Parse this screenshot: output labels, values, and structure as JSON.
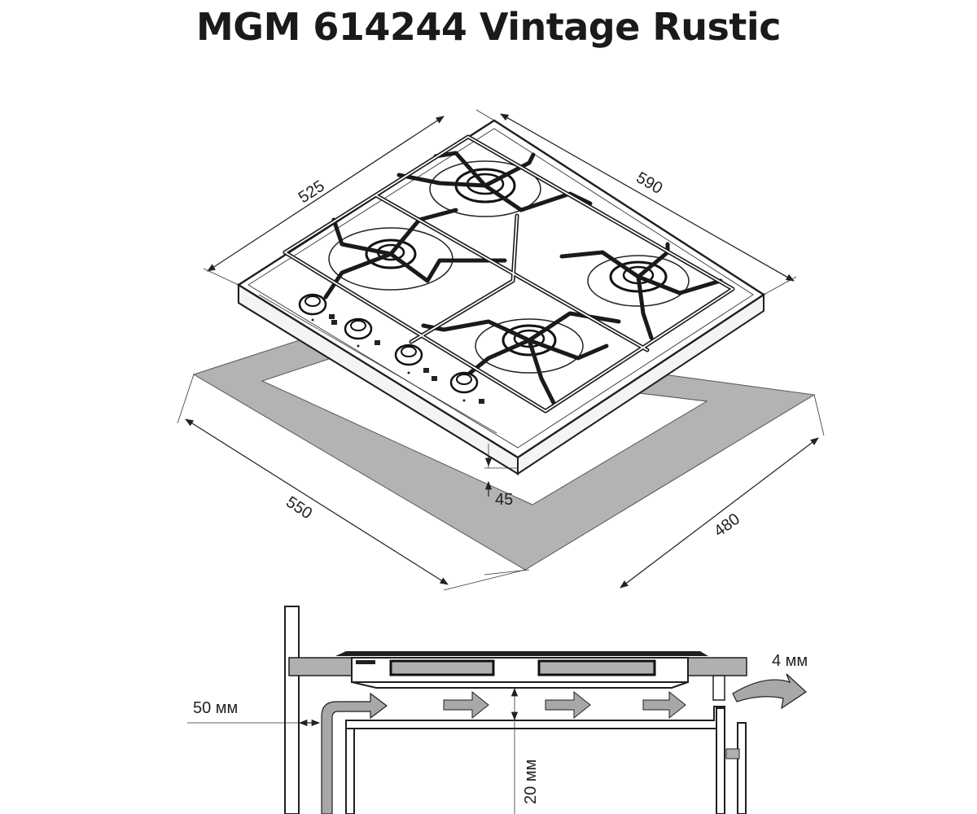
{
  "title": "MGM 614244 Vintage Rustic",
  "dimensions": {
    "hob_depth": "525",
    "hob_width": "590",
    "cutout_width": "550",
    "cutout_depth": "480",
    "hob_height": "45",
    "wall_gap": "50 мм",
    "air_gap": "20 мм",
    "side_gap": "4 мм"
  },
  "colors": {
    "line": "#1f1f1f",
    "cutout_fill": "#b3b3b3",
    "section_fill": "#b0b0b0",
    "arrow_fill": "#a8a8a8"
  }
}
